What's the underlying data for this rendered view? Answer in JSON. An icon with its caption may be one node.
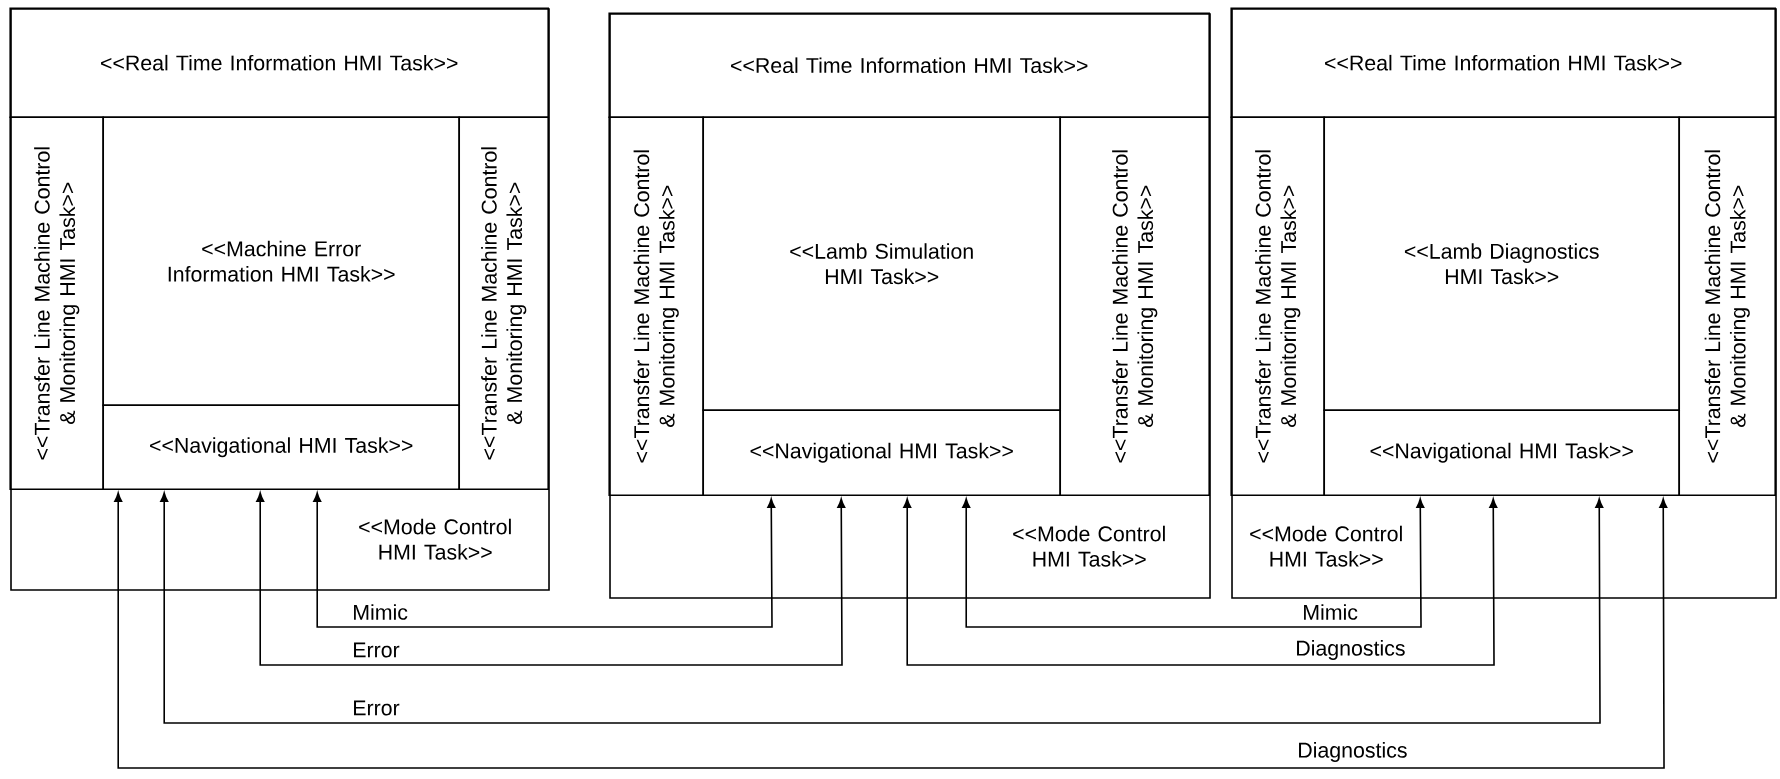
{
  "diagram": {
    "nodes": [
      {
        "text": [],
        "shape": "box"
      },
      {
        "text": [
          "<<Real Time Information HMI Task>>"
        ],
        "in": 0
      },
      {
        "text": [
          "<<Transfer Line Machine Control & Monitoring HMI Task>>"
        ],
        "in": 0
      },
      {
        "text": [
          "<<Machine Error Information HMI Task>>"
        ],
        "in": 0
      },
      {
        "text": [
          "<<Navigational HMI Task>>"
        ],
        "in": 0
      },
      {
        "text": [
          "<<Transfer Line Machine Control & Monitoring HMI Task>>"
        ],
        "in": 0
      },
      {
        "text": [
          "<<Mode Control HMI Task>>"
        ],
        "in": 0
      },
      {
        "text": [],
        "shape": "box"
      },
      {
        "text": [
          "<<Real Time Information HMI Task>>"
        ],
        "in": 7
      },
      {
        "text": [
          "<<Transfer Line Machine Control & Monitoring HMI Task>>"
        ],
        "in": 7
      },
      {
        "text": [
          "<<Lamb Simulation HMI Task>>"
        ],
        "in": 7
      },
      {
        "text": [
          "<<Navigational HMI Task>>"
        ],
        "in": 7
      },
      {
        "text": [
          "<<Transfer Line Machine Control & Monitoring HMI Task>>"
        ],
        "in": 7
      },
      {
        "text": [
          "<<Mode Control HMI Task>>"
        ],
        "in": 7
      },
      {
        "text": [],
        "shape": "box"
      },
      {
        "text": [
          "<<Real Time Information HMI Task>>"
        ],
        "in": 14
      },
      {
        "text": [
          "<<Transfer Line Machine Control & Monitoring HMI Task>>"
        ],
        "in": 14
      },
      {
        "text": [
          "<<Lamb Diagnostics HMI Task>>"
        ],
        "in": 14
      },
      {
        "text": [
          "<<Navigational HMI Task>>"
        ],
        "in": 14
      },
      {
        "text": [
          "<<Transfer Line Machine Control & Monitoring HMI Task>>"
        ],
        "in": 14
      },
      {
        "text": [
          "<<Mode Control HMI Task>>"
        ],
        "in": 14
      }
    ],
    "edges": [
      {
        "from": 4,
        "to": 11,
        "arrow": "both",
        "label": "Mimic"
      },
      {
        "from": 4,
        "to": 11,
        "arrow": "both",
        "label": "Error"
      },
      {
        "from": 11,
        "to": 18,
        "arrow": "both",
        "label": "Diagnostics"
      },
      {
        "from": 11,
        "to": 18,
        "arrow": "both",
        "label": "Mimic"
      },
      {
        "from": 4,
        "to": 18,
        "arrow": "both",
        "label": "Error"
      },
      {
        "from": 4,
        "to": 18,
        "arrow": "both",
        "label": "Diagnostics"
      }
    ]
  }
}
